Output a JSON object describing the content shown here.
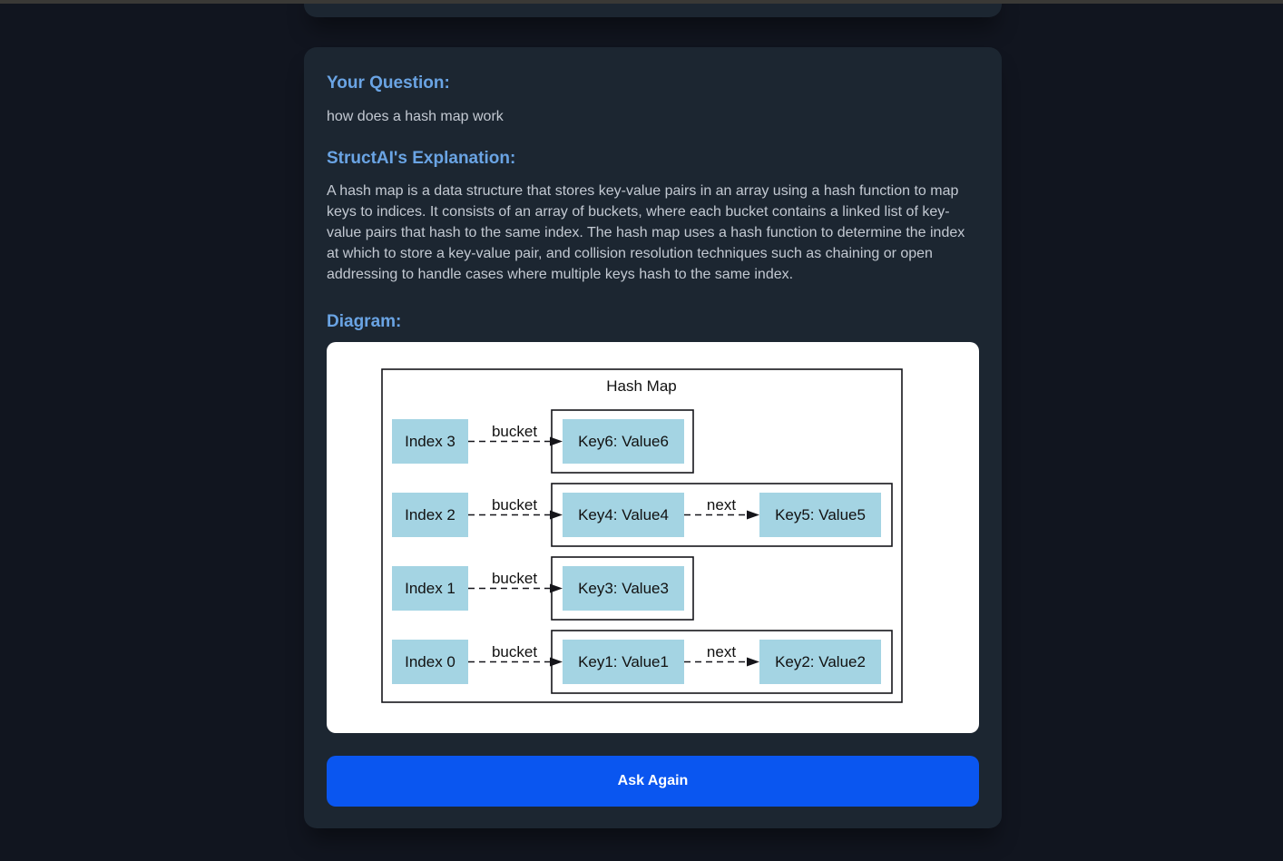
{
  "page": {
    "background_color": "#11151f",
    "card_color": "#1c2631",
    "heading_color": "#6aa4e4",
    "body_text_color": "#c3c9d2",
    "button_color": "#0a56f0"
  },
  "result_card": {
    "question_heading": "Your Question:",
    "question_text": "how does a hash map work",
    "explanation_heading": "StructAI's Explanation:",
    "explanation_text": "A hash map is a data structure that stores key-value pairs in an array using a hash function to map keys to indices. It consists of an array of buckets, where each bucket contains a linked list of key-value pairs that hash to the same index. The hash map uses a hash function to determine the index at which to store a key-value pair, and collision resolution techniques such as chaining or open addressing to handle cases where multiple keys hash to the same index.",
    "diagram_heading": "Diagram:",
    "ask_again_label": "Ask Again"
  },
  "diagram": {
    "type": "hash-map-structure",
    "title": "Hash Map",
    "node_fill_color": "#a4d4e3",
    "edge_labels": {
      "bucket": "bucket",
      "next": "next"
    },
    "rows": [
      {
        "index_label": "Index 3",
        "keys": [
          "Key6: Value6"
        ]
      },
      {
        "index_label": "Index 2",
        "keys": [
          "Key4: Value4",
          "Key5: Value5"
        ]
      },
      {
        "index_label": "Index 1",
        "keys": [
          "Key3: Value3"
        ]
      },
      {
        "index_label": "Index 0",
        "keys": [
          "Key1: Value1",
          "Key2: Value2"
        ]
      }
    ]
  }
}
